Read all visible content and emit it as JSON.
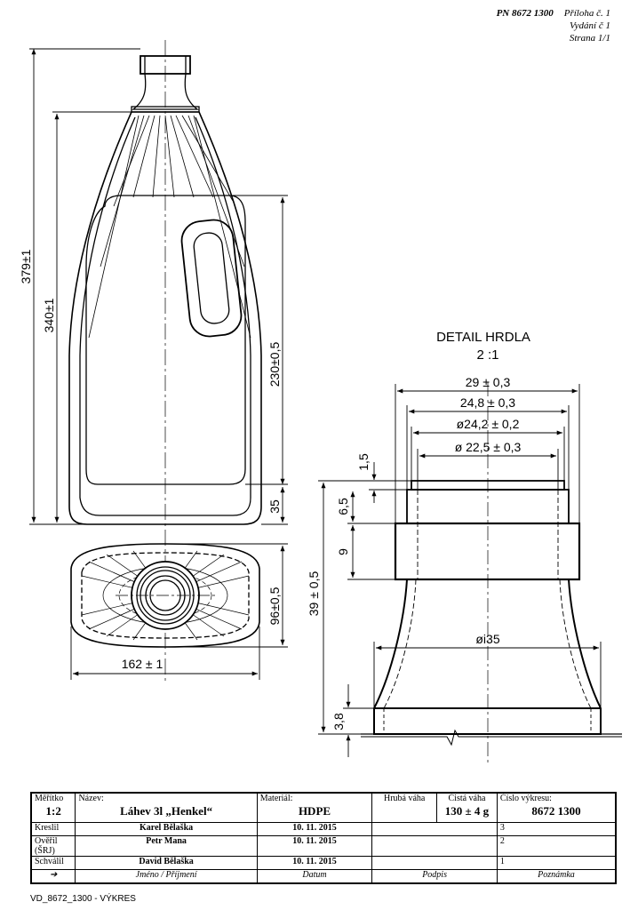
{
  "header": {
    "doc_number": "PN 8672 1300",
    "attachment": "Příloha č. 1",
    "issue": "Vydání č 1",
    "page": "Strana 1/1"
  },
  "dimensions": {
    "total_height": "379±1",
    "body_height": "340±1",
    "label_height": "230±0,5",
    "base_height": "35",
    "width": "162 ± 1",
    "depth": "96±0,5"
  },
  "detail": {
    "title": "DETAIL HRDLA",
    "scale": "2 :1",
    "d1": "29 ± 0,3",
    "d2": "24,8 ± 0,3",
    "d3": "ø24,2 ± 0,2",
    "d4": "ø 22,5 ± 0,3",
    "d5": "øi35",
    "h1": "1,5",
    "h2": "6,5",
    "h3": "9",
    "h4": "39 ± 0,5",
    "h5": "3,8"
  },
  "title_block": {
    "scale_label": "Měřítko",
    "scale_value": "1:2",
    "name_label": "Název:",
    "name_value": "Láhev 3l „Henkel“",
    "material_label": "Materiál:",
    "material_value": "HDPE",
    "gross_label": "Hrubá váha",
    "net_label": "Čistá váha",
    "net_value": "130 ± 4 g",
    "drawing_no_label": "Číslo výkresu:",
    "drawing_no_value": "8672 1300",
    "rows": [
      {
        "role": "Kreslil",
        "name": "Karel Bělaška",
        "date": "10. 11. 2015",
        "no": "3"
      },
      {
        "role": "Ověřil (ŠRJ)",
        "name": "Petr Mana",
        "date": "10. 11. 2015",
        "no": "2"
      },
      {
        "role": "Schválil",
        "name": "David Bělaška",
        "date": "10. 11. 2015",
        "no": "1"
      }
    ],
    "footer_arrow": "➔",
    "footer_name": "Jméno / Příjmení",
    "footer_date": "Datum",
    "footer_sign": "Podpis",
    "footer_note": "Poznámka"
  },
  "file_caption": "VD_8672_1300 - VÝKRES"
}
